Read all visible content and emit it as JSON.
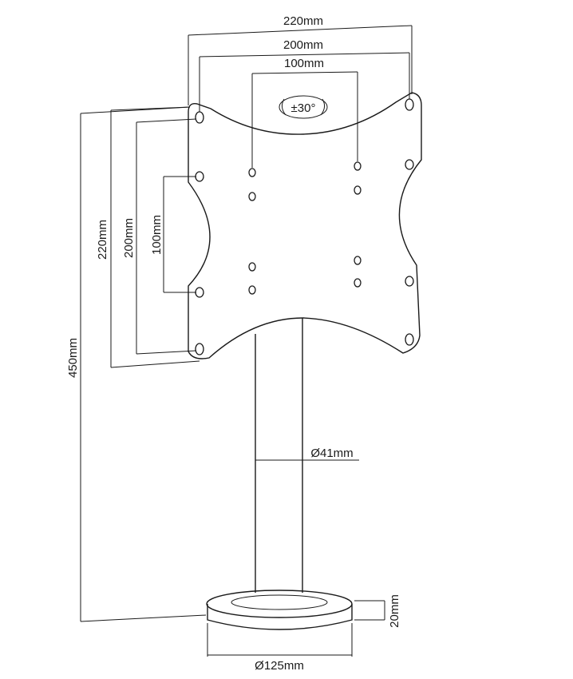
{
  "dimensions": {
    "top_width_outer": "220mm",
    "top_width_middle": "200mm",
    "top_width_inner": "100mm",
    "tilt": "±30°",
    "left_height_outer": "220mm",
    "left_height_middle": "200mm",
    "left_height_inner": "100mm",
    "total_height": "450mm",
    "pole_diameter": "Ø41mm",
    "base_height": "20mm",
    "base_diameter": "Ø125mm"
  }
}
